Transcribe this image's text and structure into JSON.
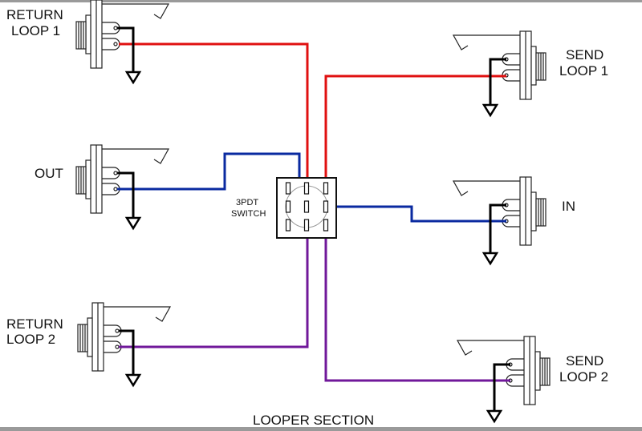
{
  "labels": {
    "return_loop_1": [
      "RETURN",
      "LOOP 1"
    ],
    "out": "OUT",
    "return_loop_2": [
      "RETURN",
      "LOOP 2"
    ],
    "send_loop_1": [
      "SEND",
      "LOOP 1"
    ],
    "in": "IN",
    "send_loop_2": [
      "SEND",
      "LOOP 2"
    ],
    "switch": [
      "3PDT",
      "SWITCH"
    ],
    "section": "LOOPER SECTION"
  },
  "colors": {
    "loop1_wire": "#e01010",
    "signal_wire": "#0a2aa0",
    "loop2_wire": "#70189a",
    "ground_wire": "#000000",
    "border_bar": "#9a9a9a"
  }
}
